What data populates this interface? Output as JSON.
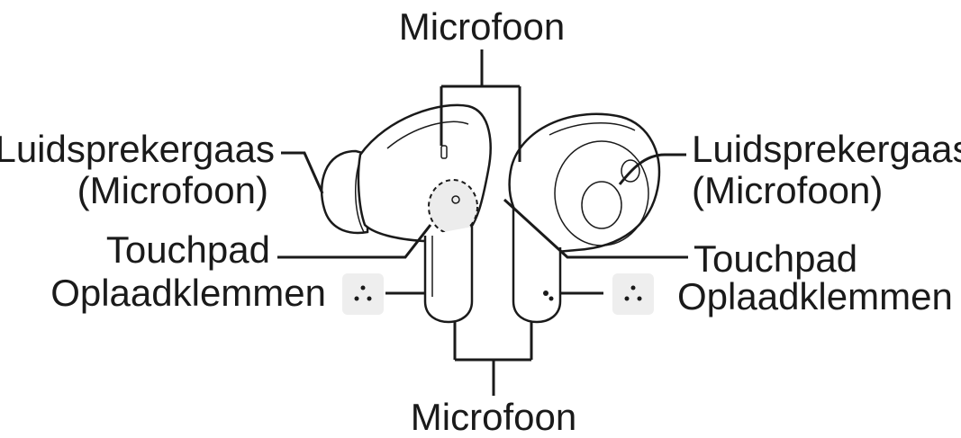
{
  "labels": {
    "top_mic": "Microfoon",
    "bottom_mic": "Microfoon",
    "left_mesh_line1": "Luidsprekergaas",
    "left_mesh_line2": "(Microfoon)",
    "right_mesh_line1": "Luidsprekergaas",
    "right_mesh_line2": "(Microfoon)",
    "left_touchpad": "Touchpad",
    "left_charging": "Oplaadklemmen",
    "right_touchpad": "Touchpad",
    "right_charging": "Oplaadklemmen"
  },
  "colors": {
    "ink": "#1a1a1a",
    "pad_fill": "#eeeeee",
    "background": "#ffffff"
  }
}
